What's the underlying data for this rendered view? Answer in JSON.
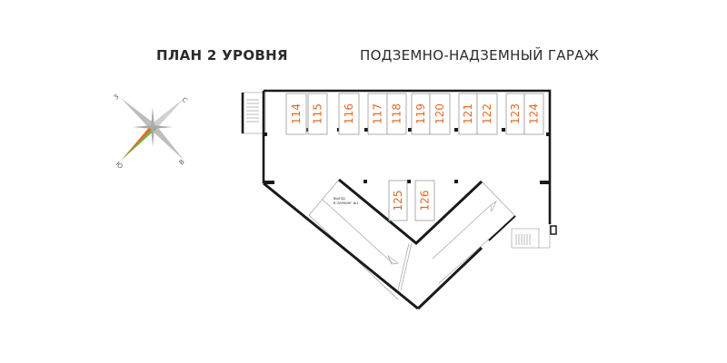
{
  "header": {
    "level_title": "ПЛАН 2 УРОВНЯ",
    "building_title": "ПОДЗЕМНО-НАДЗЕМНЫЙ ГАРАЖ"
  },
  "compass": {
    "north": "С",
    "south": "Ю",
    "east": "В",
    "west": "З",
    "accent_colors": [
      "#e06a2a",
      "#7cb342"
    ]
  },
  "plan": {
    "ramp_label_line1": "ВЫЕЗД",
    "ramp_label_line2": "В ПАРКИНГ №1",
    "space_color": "#e06a2a",
    "spaces": [
      "114",
      "115",
      "116",
      "117",
      "118",
      "119",
      "120",
      "121",
      "122",
      "123",
      "124",
      "125",
      "126"
    ]
  }
}
